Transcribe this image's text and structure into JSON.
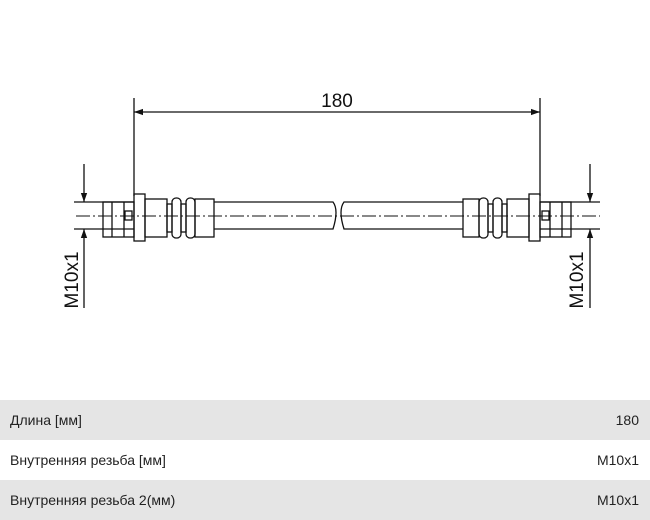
{
  "drawing": {
    "length_label": "180",
    "left_thread_label": "M10x1",
    "right_thread_label": "M10x1"
  },
  "specs": [
    {
      "label": "Длина [мм]",
      "value": "180"
    },
    {
      "label": "Внутренняя резьба [мм]",
      "value": "M10x1"
    },
    {
      "label": "Внутренняя резьба 2(мм)",
      "value": "M10x1"
    }
  ]
}
